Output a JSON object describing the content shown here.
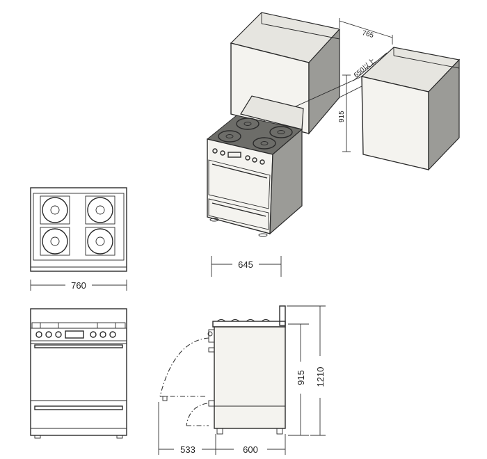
{
  "dimensions": {
    "overall_width": "760",
    "cabinet_gap": "765",
    "cabinet_depth": "650以上",
    "cabinet_height": "915",
    "range_depth": "645",
    "range_body_height": "915",
    "range_total_height": "1210",
    "door_swing": "533",
    "body_depth": "600"
  },
  "colors": {
    "line": "#2a2a2a",
    "shade": "#9b9b97",
    "paper": "#ffffff"
  }
}
